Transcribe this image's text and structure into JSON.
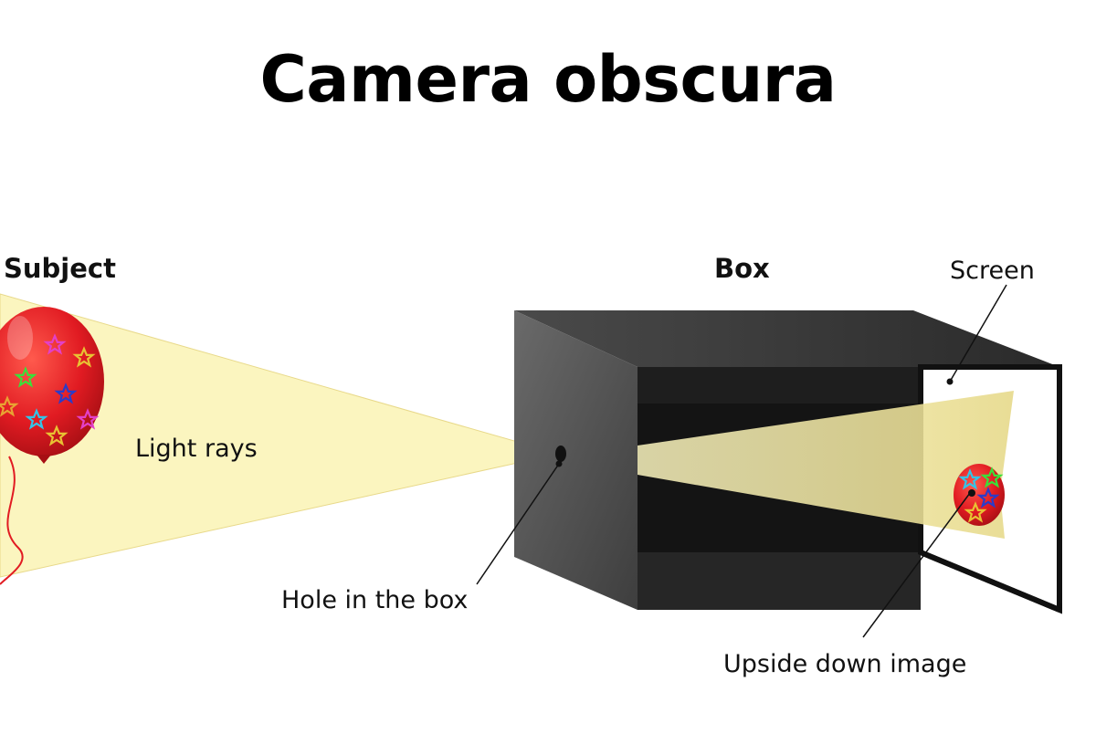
{
  "title": "Camera obscura",
  "labels": {
    "subject": "Subject",
    "box": "Box",
    "screen": "Screen",
    "light_rays": "Light rays",
    "hole": "Hole in the  box",
    "upside_down": "Upside down image"
  },
  "colors": {
    "light_beam": "#fbf5bf",
    "beam_edge": "#e8d98a",
    "box_front": "#5a5a5a",
    "box_top": "#3c3c3c",
    "box_interior": "#111111",
    "balloon": "#e11b22",
    "screen": "#ffffff"
  },
  "icons": [
    "balloon-icon",
    "inverted-balloon-icon",
    "star-icon"
  ]
}
